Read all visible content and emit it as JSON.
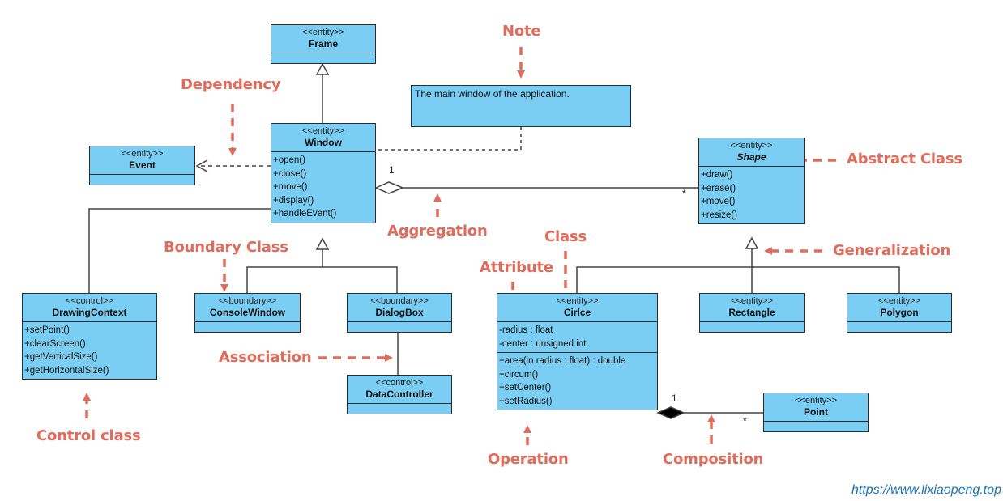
{
  "diagram": {
    "type": "UML class diagram",
    "colors": {
      "class_fill": "#7acef4",
      "border": "#2b2b2b",
      "annotation": "#e06c5c",
      "watermark": "#1a74b8"
    },
    "classes": {
      "frame": {
        "stereotype": "<<entity>>",
        "name": "Frame",
        "attributes": [],
        "operations": []
      },
      "window": {
        "stereotype": "<<entity>>",
        "name": "Window",
        "attributes": [],
        "operations": [
          "+open()",
          "+close()",
          "+move()",
          "+display()",
          "+handleEvent()"
        ]
      },
      "event": {
        "stereotype": "<<entity>>",
        "name": "Event",
        "attributes": [],
        "operations": []
      },
      "shape": {
        "stereotype": "<<entity>>",
        "name": "Shape",
        "abstract": true,
        "attributes": [],
        "operations": [
          "+draw()",
          "+erase()",
          "+move()",
          "+resize()"
        ]
      },
      "drawing_context": {
        "stereotype": "<<control>>",
        "name": "DrawingContext",
        "attributes": [],
        "operations": [
          "+setPoint()",
          "+clearScreen()",
          "+getVerticalSize()",
          "+getHorizontalSize()"
        ]
      },
      "console_window": {
        "stereotype": "<<boundary>>",
        "name": "ConsoleWindow",
        "attributes": [],
        "operations": []
      },
      "dialog_box": {
        "stereotype": "<<boundary>>",
        "name": "DialogBox",
        "attributes": [],
        "operations": []
      },
      "data_controller": {
        "stereotype": "<<control>>",
        "name": "DataController",
        "attributes": [],
        "operations": []
      },
      "circle": {
        "stereotype": "<<entity>>",
        "name": "Cirlce",
        "attributes": [
          "-radius : float",
          "-center : unsigned int"
        ],
        "operations": [
          "+area(in radius : float) : double",
          "+circum()",
          "+setCenter()",
          "+setRadius()"
        ]
      },
      "rectangle": {
        "stereotype": "<<entity>>",
        "name": "Rectangle",
        "attributes": [],
        "operations": []
      },
      "polygon": {
        "stereotype": "<<entity>>",
        "name": "Polygon",
        "attributes": [],
        "operations": []
      },
      "point": {
        "stereotype": "<<entity>>",
        "name": "Point",
        "attributes": [],
        "operations": []
      }
    },
    "note": {
      "text": "The main window of the application."
    },
    "relationships": [
      {
        "type": "generalization",
        "from": "Window",
        "to": "Frame"
      },
      {
        "type": "dependency",
        "from": "Window",
        "to": "Event"
      },
      {
        "type": "aggregation",
        "whole": "Window",
        "part": "Shape",
        "whole_multiplicity": "1",
        "part_multiplicity": "*"
      },
      {
        "type": "association",
        "from": "Window",
        "to": "DrawingContext"
      },
      {
        "type": "generalization",
        "from": "ConsoleWindow",
        "to": "Window"
      },
      {
        "type": "generalization",
        "from": "DialogBox",
        "to": "Window"
      },
      {
        "type": "association",
        "from": "DialogBox",
        "to": "DataController"
      },
      {
        "type": "generalization",
        "from": "Cirlce",
        "to": "Shape"
      },
      {
        "type": "generalization",
        "from": "Rectangle",
        "to": "Shape"
      },
      {
        "type": "generalization",
        "from": "Polygon",
        "to": "Shape"
      },
      {
        "type": "composition",
        "whole": "Cirlce",
        "part": "Point",
        "whole_multiplicity": "1",
        "part_multiplicity": "*"
      },
      {
        "type": "note-anchor",
        "from": "note",
        "to": "Window"
      }
    ],
    "multiplicities": {
      "agg_whole": "1",
      "agg_part": "*",
      "comp_whole": "1",
      "comp_part": "*"
    },
    "annotations": {
      "note": "Note",
      "dependency": "Dependency",
      "abstract_class": "Abstract Class",
      "aggregation": "Aggregation",
      "boundary_class": "Boundary Class",
      "class": "Class",
      "attribute": "Attribute",
      "generalization": "Generalization",
      "association": "Association",
      "control_class": "Control class",
      "operation": "Operation",
      "composition": "Composition"
    },
    "watermark": "https://www.lixiaopeng.top"
  }
}
